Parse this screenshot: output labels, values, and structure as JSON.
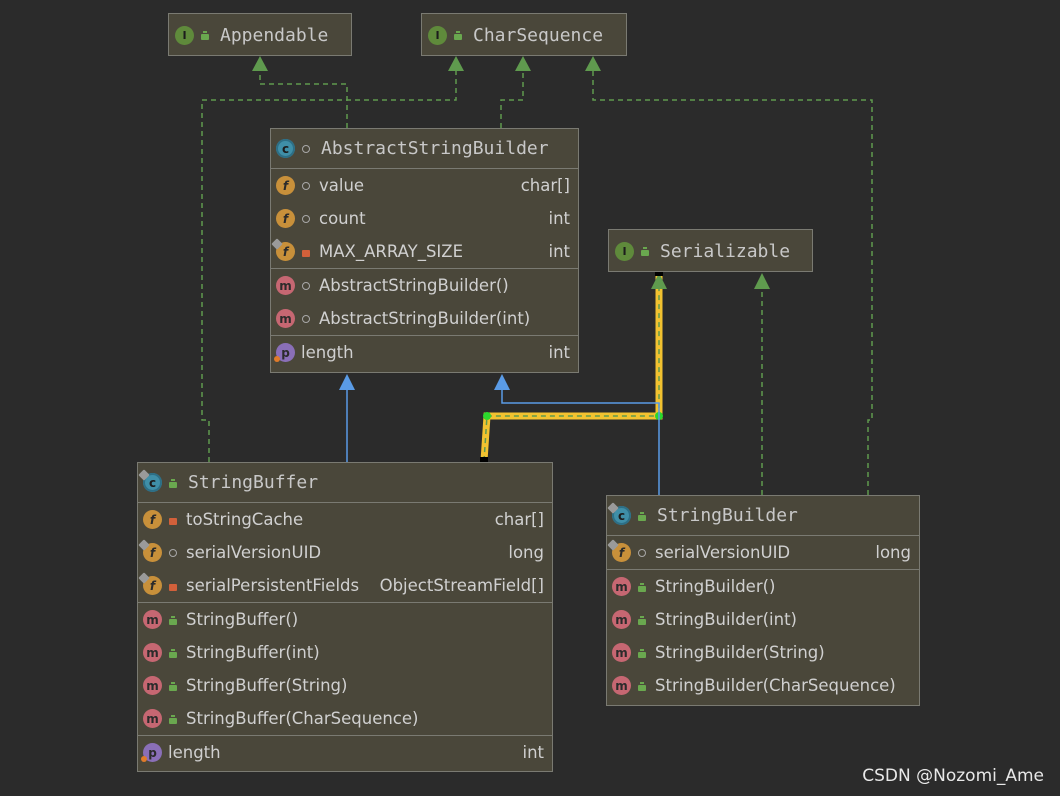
{
  "classes": {
    "appendable": {
      "name": "Appendable",
      "icon": "interface-icon"
    },
    "charsequence": {
      "name": "CharSequence",
      "icon": "interface-icon"
    },
    "serializable": {
      "name": "Serializable",
      "icon": "interface-icon"
    },
    "abstract_string_builder": {
      "name": "AbstractStringBuilder",
      "fields": [
        {
          "name": "value",
          "type": "char[]"
        },
        {
          "name": "count",
          "type": "int"
        },
        {
          "name": "MAX_ARRAY_SIZE",
          "type": "int"
        }
      ],
      "methods": [
        {
          "name": "AbstractStringBuilder()"
        },
        {
          "name": "AbstractStringBuilder(int)"
        }
      ],
      "properties": [
        {
          "name": "length",
          "type": "int"
        }
      ]
    },
    "string_buffer": {
      "name": "StringBuffer",
      "fields": [
        {
          "name": "toStringCache",
          "type": "char[]"
        },
        {
          "name": "serialVersionUID",
          "type": "long"
        },
        {
          "name": "serialPersistentFields",
          "type": "ObjectStreamField[]"
        }
      ],
      "methods": [
        {
          "name": "StringBuffer()"
        },
        {
          "name": "StringBuffer(int)"
        },
        {
          "name": "StringBuffer(String)"
        },
        {
          "name": "StringBuffer(CharSequence)"
        }
      ],
      "properties": [
        {
          "name": "length",
          "type": "int"
        }
      ]
    },
    "string_builder": {
      "name": "StringBuilder",
      "fields": [
        {
          "name": "serialVersionUID",
          "type": "long"
        }
      ],
      "methods": [
        {
          "name": "StringBuilder()"
        },
        {
          "name": "StringBuilder(int)"
        },
        {
          "name": "StringBuilder(String)"
        },
        {
          "name": "StringBuilder(CharSequence)"
        }
      ]
    }
  },
  "icon_letters": {
    "interface": "I",
    "class": "c",
    "field": "f",
    "method": "m",
    "property": "p"
  },
  "watermark": "CSDN @Nozomi_Ame",
  "colors": {
    "background": "#2b2b2b",
    "box_fill": "#4a473a",
    "implements_edge": "#5f9a4e",
    "extends_edge": "#5a9be6",
    "selection_highlight": "#f2c230"
  }
}
